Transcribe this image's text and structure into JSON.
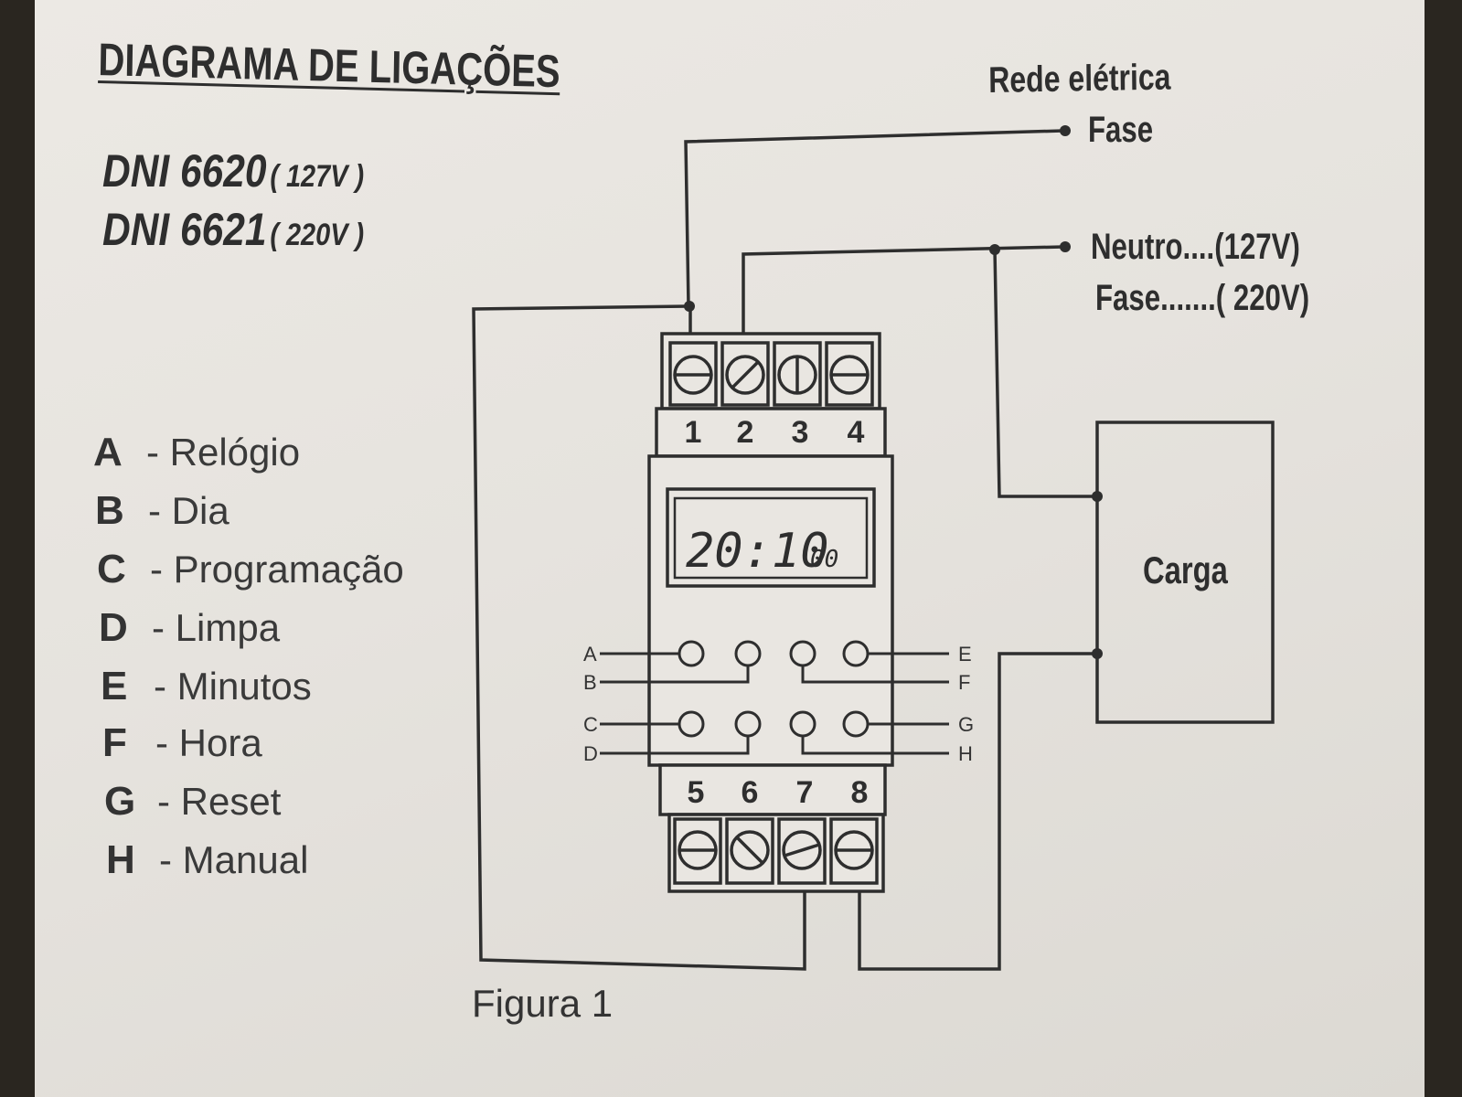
{
  "title": "DIAGRAMA DE LIGAÇÕES",
  "models": [
    {
      "name": "DNI 6620",
      "voltage": "( 127V )"
    },
    {
      "name": "DNI 6621",
      "voltage": "( 220V )"
    }
  ],
  "legend": [
    {
      "letter": "A",
      "name": "- Relógio"
    },
    {
      "letter": "B",
      "name": "- Dia"
    },
    {
      "letter": "C",
      "name": "- Programação"
    },
    {
      "letter": "D",
      "name": "- Limpa"
    },
    {
      "letter": "E",
      "name": "- Minutos"
    },
    {
      "letter": "F",
      "name": "- Hora"
    },
    {
      "letter": "G",
      "name": "- Reset"
    },
    {
      "letter": "H",
      "name": "- Manual"
    }
  ],
  "power": {
    "header": "Rede elétrica",
    "line1": "Fase",
    "line2": "Neutro....(127V)",
    "line3": "Fase.......( 220V)"
  },
  "load_label": "Carga",
  "display_time": "20:10",
  "display_seconds": "00",
  "top_terminals": [
    "1",
    "2",
    "3",
    "4"
  ],
  "bottom_terminals": [
    "5",
    "6",
    "7",
    "8"
  ],
  "button_labels_left": [
    "A",
    "B",
    "C",
    "D"
  ],
  "button_labels_right": [
    "E",
    "F",
    "G",
    "H"
  ],
  "caption": "Figura 1",
  "colors": {
    "paper": "#e8e5e0",
    "ink": "#2e2e2e"
  }
}
